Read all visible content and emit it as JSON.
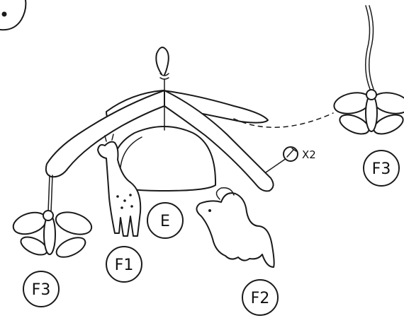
{
  "labels": {
    "canopy": "E",
    "giraffe": "F1",
    "dinosaur": "F2",
    "butterfly_right": "F3",
    "butterfly_left": "F3",
    "quantity": "X2"
  }
}
